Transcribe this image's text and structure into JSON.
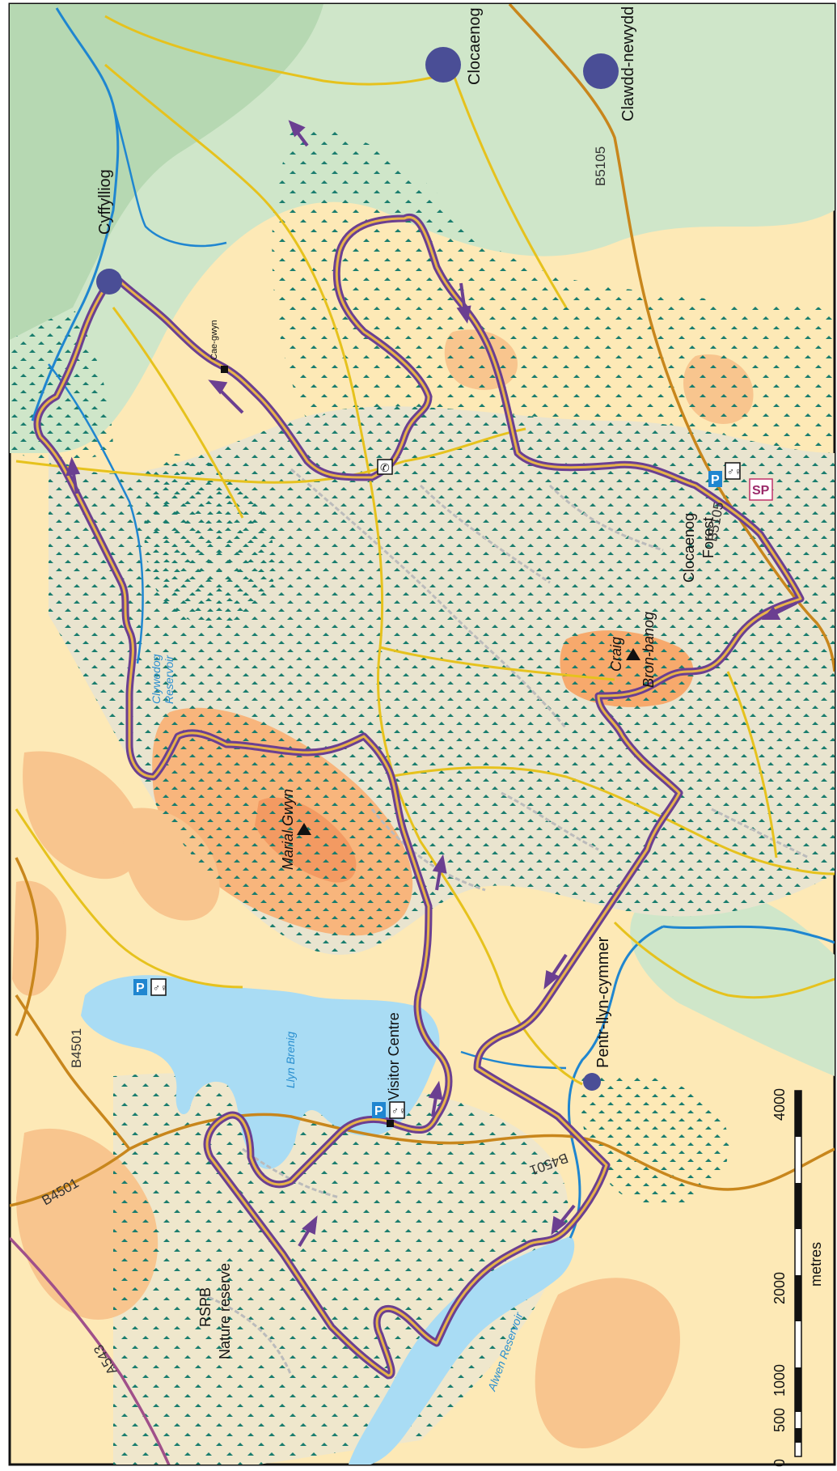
{
  "map": {
    "places": {
      "cyffylliog": "Cyffylliog",
      "clocaenog": "Clocaenog",
      "clawdd_newydd": "Clawdd-newydd",
      "pentre_llyn_cymmer": "Pentr-llyn-cymmer",
      "cae_gwyn": "Cae-gwyn"
    },
    "features": {
      "clocaenog_forest": [
        "Clocaenog",
        "Forest"
      ],
      "craig_bron_banog": [
        "Craig",
        "Bron-banog"
      ],
      "marial_gwyn": "Marial Gwyn",
      "rspb": [
        "RSPB",
        "Nature reserve"
      ],
      "visitor_centre": "Visitor Centre"
    },
    "water": {
      "llyn_brenig": "Llyn Brenig",
      "clywedog": [
        "Clywedog",
        "Reservoir"
      ],
      "alwen": "Alwen Reservoir"
    },
    "roads": {
      "b5105_a": "B5105",
      "b5105_b": "B5105",
      "b4501_a": "B4501",
      "b4501_b": "B4501",
      "b4501_c": "B4501",
      "a543": "A543"
    },
    "symbols": {
      "parking": "P",
      "start_point": "SP"
    },
    "scale": {
      "ticks": [
        "0",
        "500",
        "1000",
        "2000",
        "4000"
      ],
      "unit": "metres"
    },
    "colors": {
      "route": "#6b3f91",
      "route_core": "#e7b34a",
      "water": "#a9dcf4",
      "river": "#1f86d0",
      "lowland": "#fde7b0",
      "forest_base": "#e9e4cf",
      "upland": "#f8b57c",
      "valley": "#cfe6c9",
      "yellow_road": "#e6c21d",
      "b_road": "#c8861c",
      "a_road": "#a0508a",
      "settlement": "#4a4e96"
    }
  }
}
